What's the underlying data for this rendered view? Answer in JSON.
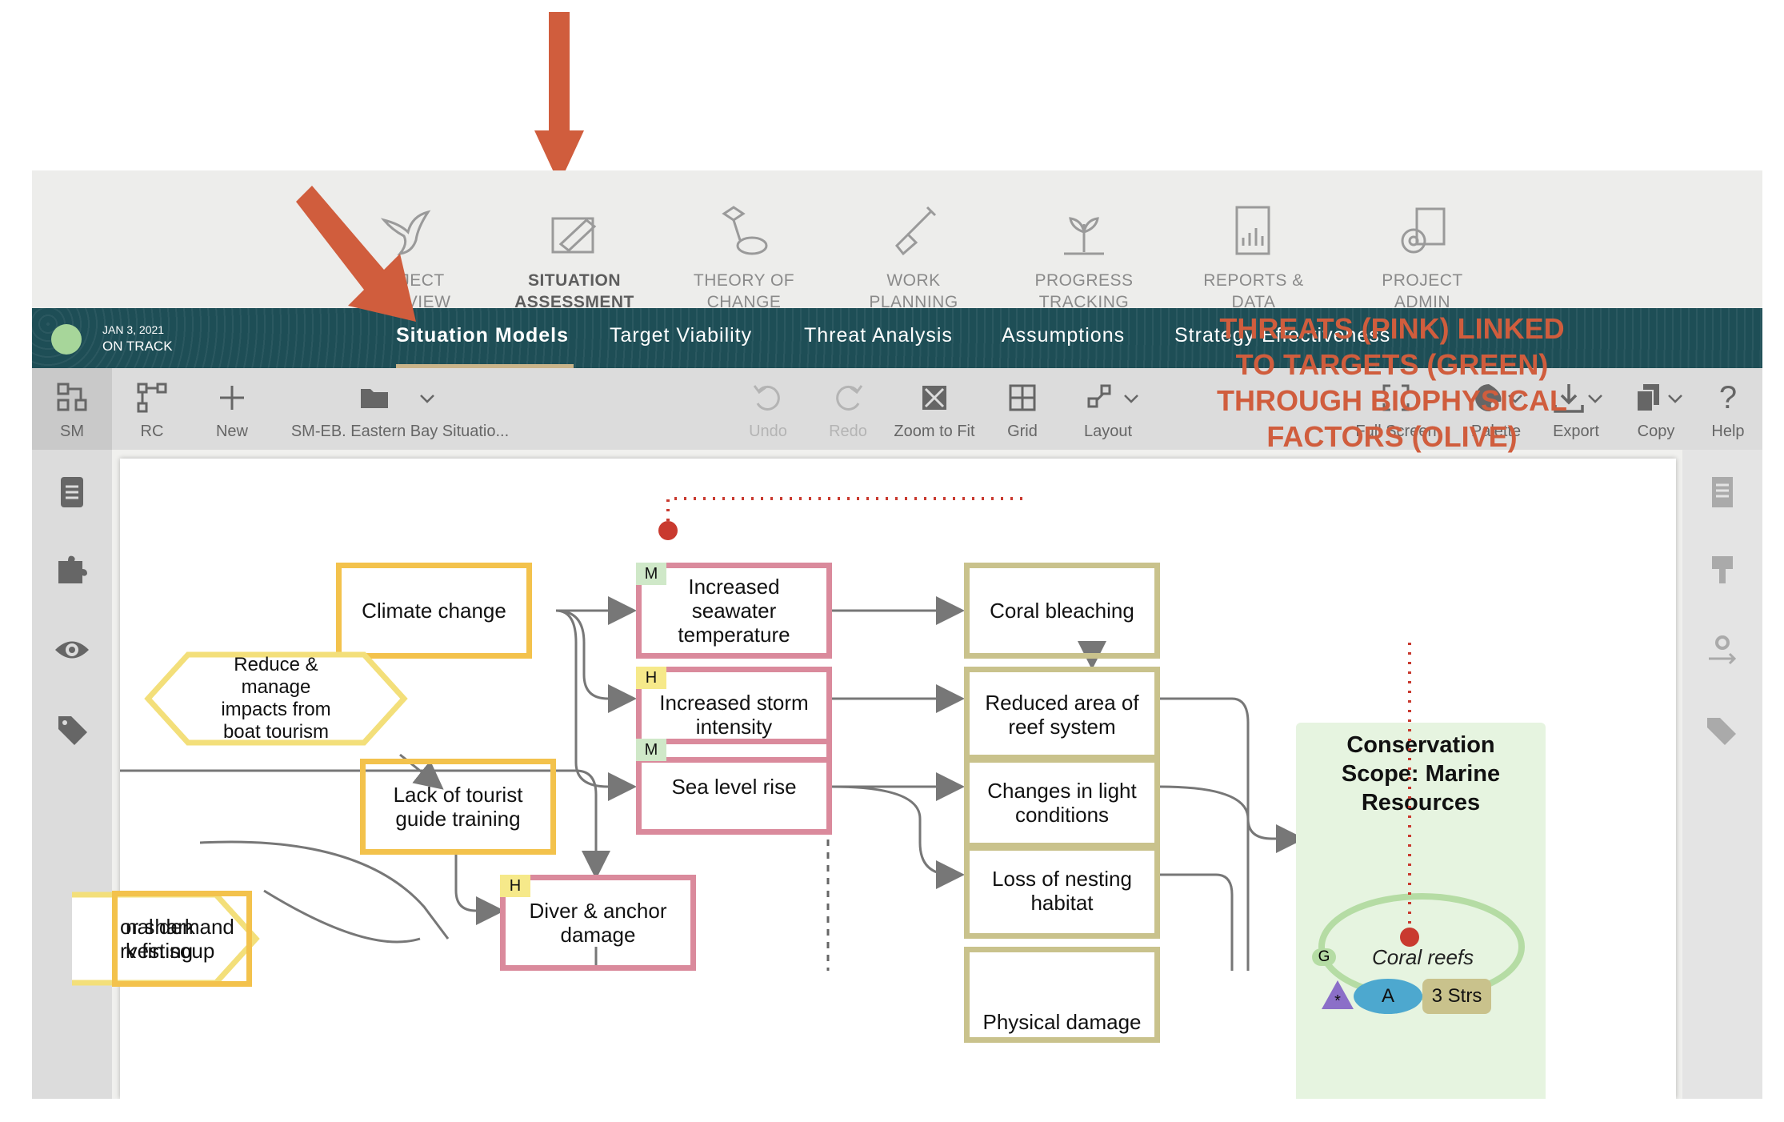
{
  "colors": {
    "accent_arrow": "#d05d3d",
    "teal_nav": "#1e4e56",
    "threat_pink": "#da8a9c",
    "target_green": "#cfe8c8",
    "factor_olive": "#c9c28c",
    "strategy_yellow": "#f3c24c"
  },
  "modules": [
    {
      "label": "PROJECT\nOVERVIEW",
      "icon": "bird-icon"
    },
    {
      "label": "SITUATION\nASSESSMENT",
      "icon": "map-ruler-icon",
      "active": true
    },
    {
      "label": "THEORY OF\nCHANGE",
      "icon": "flowchart-icon"
    },
    {
      "label": "WORK\nPLANNING",
      "icon": "shovel-icon"
    },
    {
      "label": "PROGRESS\nTRACKING",
      "icon": "sprout-icon"
    },
    {
      "label": "REPORTS &\nDATA",
      "icon": "report-chart-icon"
    },
    {
      "label": "PROJECT\nADMIN",
      "icon": "gear-document-icon"
    }
  ],
  "status": {
    "date": "JAN 3, 2021",
    "text": "ON TRACK"
  },
  "subtabs": [
    "Situation Models",
    "Target Viability",
    "Threat Analysis",
    "Assumptions",
    "Strategy Effectiveness"
  ],
  "toolbar": {
    "sm": "SM",
    "rc": "RC",
    "new": "New",
    "file": "SM-EB. Eastern Bay Situatio...",
    "undo": "Undo",
    "redo": "Redo",
    "zoom": "Zoom to Fit",
    "grid": "Grid",
    "layout": "Layout",
    "fullscreen": "Full Screen",
    "palette": "Palette",
    "export": "Export",
    "copy": "Copy",
    "help": "Help"
  },
  "diagram": {
    "climate_change": "Climate change",
    "seawater": "Increased\nseawater\ntemperature",
    "storm": "Increased storm\nintensity",
    "sea_level": "Sea level rise",
    "reduce": "Reduce &\nmanage\nimpacts from\nboat tourism",
    "shark": "or shark\nrvesting",
    "lack": "Lack of tourist\nguide training",
    "demand": "nal demand\nk fin soup",
    "diver": "Diver & anchor\ndamage",
    "bleaching": "Coral bleaching",
    "reduced_area": "Reduced area of\nreef system",
    "light": "Changes in light\nconditions",
    "nesting": "Loss of nesting\nhabitat",
    "physical": "Physical damage",
    "rating_m1": "M",
    "rating_h1": "H",
    "rating_m2": "M",
    "rating_h2": "H",
    "scope_title": "Conservation\nScope: Marine\nResources",
    "target_badge": "G",
    "target_name": "Coral reefs",
    "target_rank": "A",
    "target_stresses": "3 Strs"
  },
  "annotation": "THREATS (PINK) LINKED\nTO TARGETS (GREEN)\nTHROUGH BIOPHYSICAL\nFACTORS (OLIVE)"
}
